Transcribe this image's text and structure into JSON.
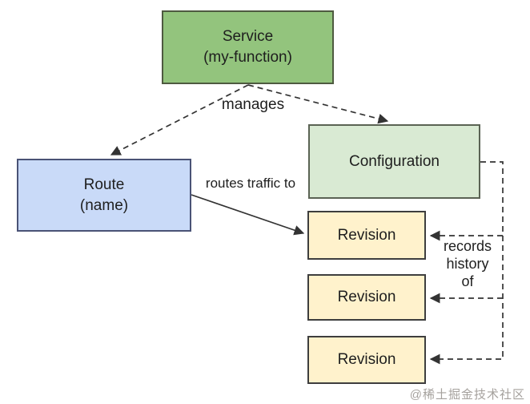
{
  "diagram": {
    "nodes": {
      "service": {
        "label": "Service\n(my-function)",
        "fill": "#93c47d"
      },
      "route": {
        "label": "Route\n(name)",
        "fill": "#c9daf8"
      },
      "configuration": {
        "label": "Configuration",
        "fill": "#d9ead3"
      },
      "revision_1": {
        "label": "Revision",
        "fill": "#fff2cc"
      },
      "revision_2": {
        "label": "Revision",
        "fill": "#fff2cc"
      },
      "revision_3": {
        "label": "Revision",
        "fill": "#fff2cc"
      }
    },
    "edge_labels": {
      "manages": "manages",
      "routes_traffic_to": "routes traffic to",
      "records_history_of": "records\nhistory\nof"
    },
    "edge_color": "#333333",
    "watermark": "@稀土掘金技术社区"
  }
}
